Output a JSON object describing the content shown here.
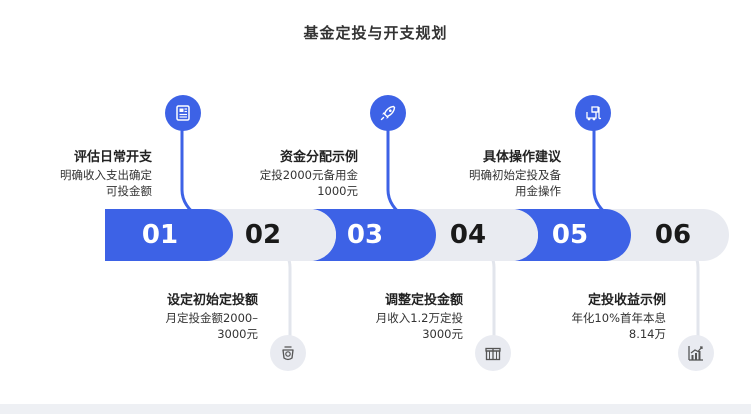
{
  "title": "基金定投与开支规划",
  "colors": {
    "accent": "#3d62e6",
    "light": "#e9ebf1",
    "text": "#333333"
  },
  "steps": [
    {
      "num": "01",
      "heading": "评估日常开支",
      "desc": [
        "明确收入支出确定",
        "可投金额"
      ],
      "icon": "document-icon",
      "variant": "dark",
      "position": "top"
    },
    {
      "num": "02",
      "heading": "设定初始定投额",
      "desc": [
        "月定投金额2000–",
        "3000元"
      ],
      "icon": "hand-coin-icon",
      "variant": "light",
      "position": "bottom"
    },
    {
      "num": "03",
      "heading": "资金分配示例",
      "desc": [
        "定投2000元备用金",
        "1000元"
      ],
      "icon": "rocket-icon",
      "variant": "dark",
      "position": "top"
    },
    {
      "num": "04",
      "heading": "调整定投金额",
      "desc": [
        "月收入1.2万定投",
        "3000元"
      ],
      "icon": "gift-box-icon",
      "variant": "light",
      "position": "bottom"
    },
    {
      "num": "05",
      "heading": "具体操作建议",
      "desc": [
        "明确初始定投及备",
        "用金操作"
      ],
      "icon": "forklift-icon",
      "variant": "dark",
      "position": "top"
    },
    {
      "num": "06",
      "heading": "定投收益示例",
      "desc": [
        "年化10%首年本息",
        "8.14万"
      ],
      "icon": "growth-chart-icon",
      "variant": "light",
      "position": "bottom"
    }
  ]
}
